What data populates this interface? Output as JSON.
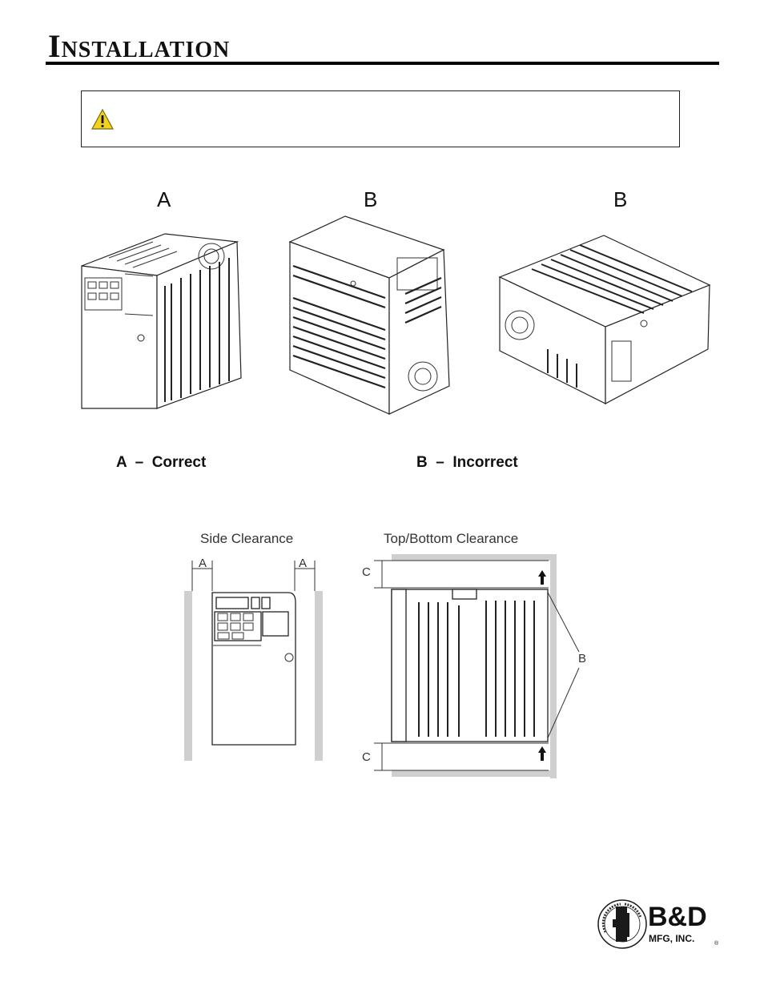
{
  "header": {
    "title": "Installation"
  },
  "warning": {
    "icon": "warning-triangle-icon",
    "text": ""
  },
  "orientation_figure": {
    "label_a": "A",
    "label_b1": "B",
    "label_b2": "B",
    "caption_a": "A  –  Correct",
    "caption_b": "B  –  Incorrect"
  },
  "clearance_figure": {
    "side_title": "Side Clearance",
    "topbottom_title": "Top/Bottom Clearance",
    "dim_a_left": "A",
    "dim_a_right": "A",
    "dim_c_top": "C",
    "dim_c_bottom": "C",
    "dim_b": "B"
  },
  "logo": {
    "brand": "B&D",
    "sub": "MFG, INC.",
    "ring_text": "HOME OF THE CF FLOW CENTER",
    "reg": "®"
  },
  "colors": {
    "warning_yellow": "#f2d21a",
    "rule": "#000000",
    "wall_gray": "#cfcfcf",
    "line": "#222222"
  }
}
